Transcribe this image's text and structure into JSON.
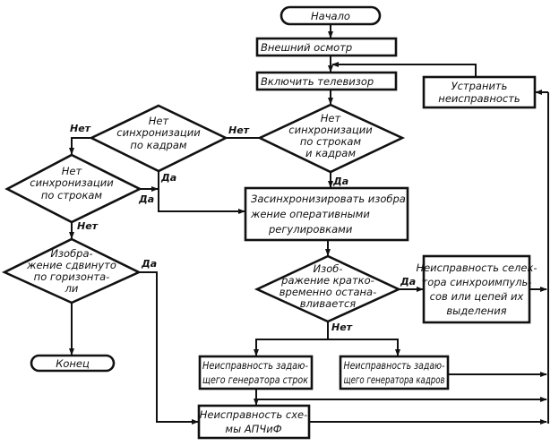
{
  "diagram": {
    "nodes": {
      "start": {
        "type": "terminal",
        "lines": [
          "Начало"
        ]
      },
      "inspect": {
        "type": "process",
        "lines": [
          "Внешний осмотр"
        ]
      },
      "turn_on": {
        "type": "process",
        "lines": [
          "Включить телевизор"
        ]
      },
      "fix": {
        "type": "process",
        "lines": [
          "Устранить",
          "неисправность"
        ]
      },
      "no_sync_lines_frames": {
        "type": "decision",
        "lines": [
          "Нет",
          "синхронизации",
          "по строкам",
          "и кадрам"
        ]
      },
      "no_sync_frames": {
        "type": "decision",
        "lines": [
          "Нет",
          "синхронизации",
          "по кадрам"
        ]
      },
      "no_sync_lines": {
        "type": "decision",
        "lines": [
          "Нет",
          "синхронизации",
          "по строкам"
        ]
      },
      "shifted": {
        "type": "decision",
        "lines": [
          "Изобра-",
          "жение сдвинуто",
          "по горизонта-",
          "ли"
        ]
      },
      "end": {
        "type": "terminal",
        "lines": [
          "Конец"
        ]
      },
      "synchronize": {
        "type": "process",
        "lines": [
          "Засинхронизировать изобра",
          "жение оперативными",
          "регулировками"
        ]
      },
      "stops": {
        "type": "decision",
        "lines": [
          "Изоб-",
          "ражение кратко-",
          "временно остана-",
          "вливается"
        ]
      },
      "selector_fault": {
        "type": "process",
        "lines": [
          "Неисправность селек-",
          "тора синхроимпуль-",
          "сов или цепей их",
          "выделения"
        ]
      },
      "line_gen_fault": {
        "type": "process",
        "lines": [
          "Неисправность задаю-",
          "щего генератора строк"
        ]
      },
      "frame_gen_fault": {
        "type": "process",
        "lines": [
          "Неисправность задаю-",
          "щего генератора кадров"
        ]
      },
      "afc_fault": {
        "type": "process",
        "lines": [
          "Неисправность схе-",
          "мы АПЧиФ"
        ]
      }
    },
    "edge_labels": {
      "yes": "Да",
      "no": "Нет"
    }
  }
}
